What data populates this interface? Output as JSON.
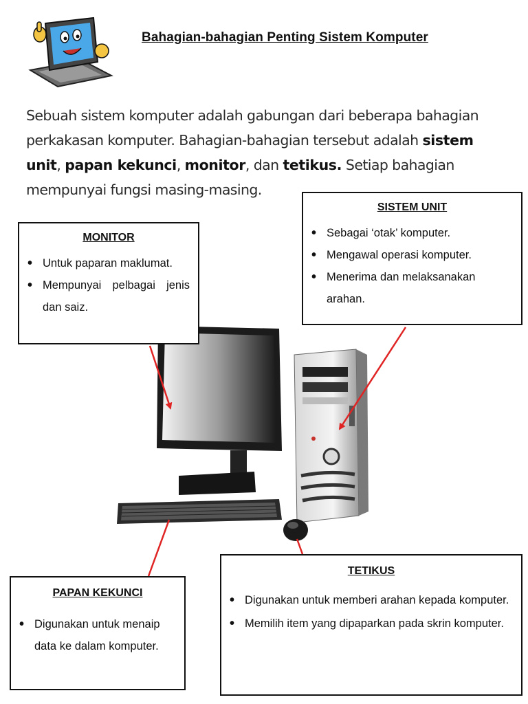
{
  "header": {
    "title": "Bahagian-bahagian Penting Sistem Komputer"
  },
  "intro": {
    "part1": "Sebuah sistem komputer adalah gabungan dari beberapa bahagian perkakasan komputer. Bahagian-bahagian tersebut adalah ",
    "term1": "sistem unit",
    "sep1": ", ",
    "term2": "papan kekunci",
    "sep2": ", ",
    "term3": "monitor",
    "sep3": ", dan ",
    "term4": "tetikus.",
    "part2": " Setiap bahagian mempunyai fungsi masing-masing."
  },
  "callouts": {
    "monitor": {
      "title": "MONITOR",
      "items": [
        "Untuk paparan maklumat.",
        "Mempunyai pelbagai jenis dan saiz."
      ]
    },
    "sistem_unit": {
      "title": "SISTEM UNIT",
      "items": [
        "Sebagai ‘otak’ komputer.",
        "Mengawal operasi komputer.",
        "Menerima dan melaksanakan arahan."
      ]
    },
    "papan_kekunci": {
      "title": "PAPAN KEKUNCI",
      "items": [
        "Digunakan untuk menaip data ke dalam komputer."
      ]
    },
    "tetikus": {
      "title": "TETIKUS",
      "items": [
        "Digunakan untuk memberi arahan kepada komputer.",
        "Memilih item yang dipaparkan pada skrin komputer."
      ]
    }
  },
  "colors": {
    "arrow": "#e02424",
    "box_border": "#111111",
    "mascot_screen": "#4aa8e8"
  },
  "icons": {
    "mascot": "laptop-mascot-icon"
  }
}
